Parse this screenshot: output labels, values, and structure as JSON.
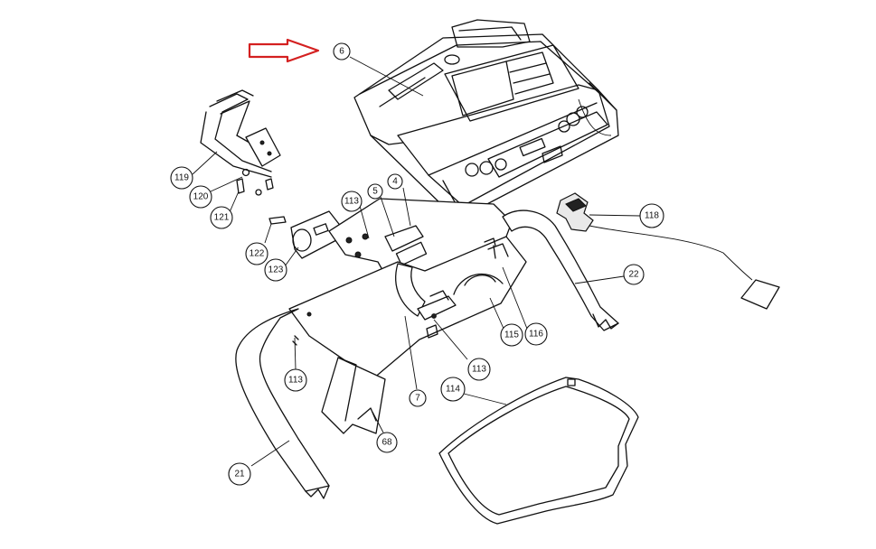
{
  "arrow_color": "#d42020",
  "callouts": [
    {
      "id": "c6",
      "label": "6"
    },
    {
      "id": "c119",
      "label": "119"
    },
    {
      "id": "c120",
      "label": "120"
    },
    {
      "id": "c121",
      "label": "121"
    },
    {
      "id": "c122",
      "label": "122"
    },
    {
      "id": "c123",
      "label": "123"
    },
    {
      "id": "c113a",
      "label": "113"
    },
    {
      "id": "c5",
      "label": "5"
    },
    {
      "id": "c4",
      "label": "4"
    },
    {
      "id": "c118",
      "label": "118"
    },
    {
      "id": "c22",
      "label": "22"
    },
    {
      "id": "c115",
      "label": "115"
    },
    {
      "id": "c116",
      "label": "116"
    },
    {
      "id": "c113b",
      "label": "113"
    },
    {
      "id": "c7",
      "label": "7"
    },
    {
      "id": "c113c",
      "label": "113"
    },
    {
      "id": "c114",
      "label": "114"
    },
    {
      "id": "c68",
      "label": "68"
    },
    {
      "id": "c21",
      "label": "21"
    }
  ]
}
